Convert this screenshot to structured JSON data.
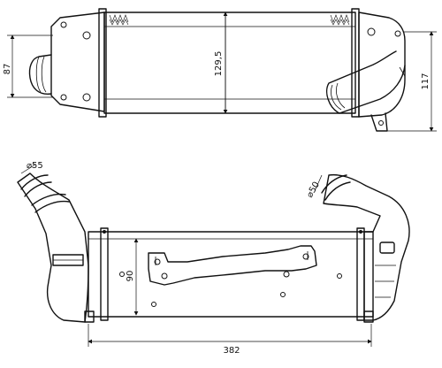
{
  "dimensions": {
    "height_87": "87",
    "core_129_5": "129,5",
    "height_117": "117",
    "pipe_55": "⌀55",
    "pipe_50": "⌀50",
    "width_90": "90",
    "length_382": "382"
  }
}
